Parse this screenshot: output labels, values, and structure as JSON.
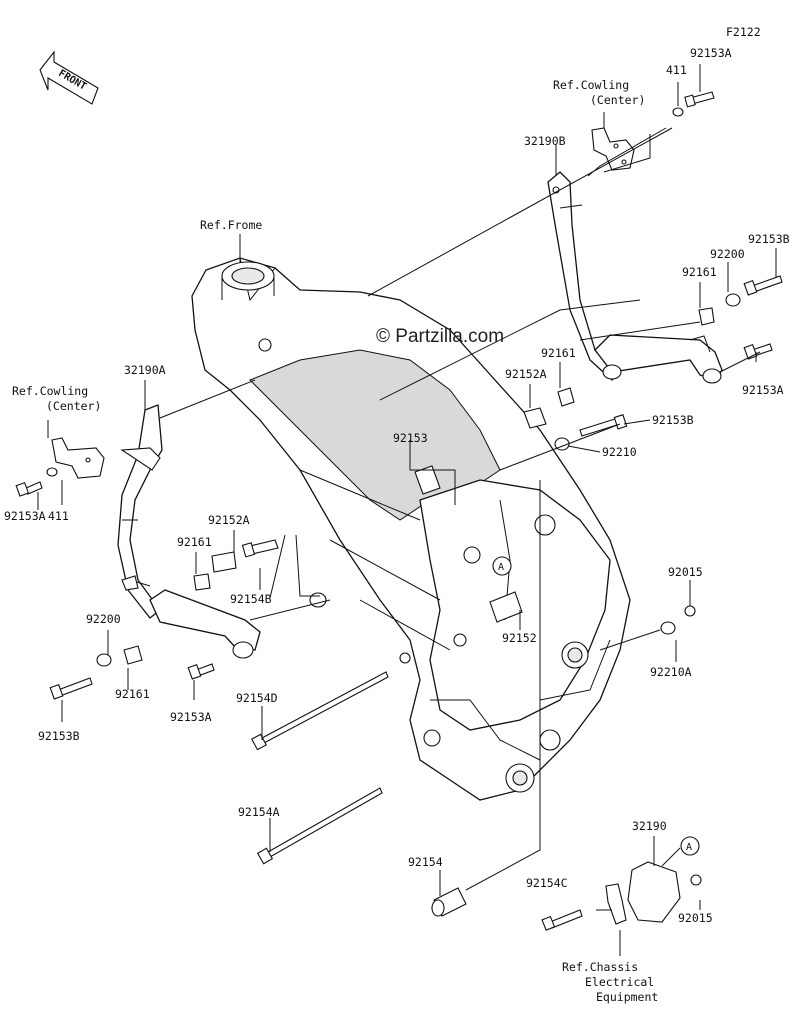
{
  "figure_code": "F2122",
  "front_label": "FRONT",
  "watermark": "© Partzilla.com",
  "callout_letter": "A",
  "labels": {
    "ref_frome": "Ref.Frome",
    "ref_cowling_right_1": "Ref.Cowling",
    "ref_cowling_right_2": "(Center)",
    "ref_cowling_left_1": "Ref.Cowling",
    "ref_cowling_left_2": "(Center)",
    "ref_chassis_1": "Ref.Chassis",
    "ref_chassis_2": "Electrical",
    "ref_chassis_3": "Equipment"
  },
  "part_numbers": {
    "p411_top": "411",
    "p92153A_top": "92153A",
    "p32190B": "32190B",
    "p92153B_right_top": "92153B",
    "p92200_right": "92200",
    "p92161_right_a": "92161",
    "p92161_right_b": "92161",
    "p92152A_right": "92152A",
    "p92153B_right_mid": "92153B",
    "p92153A_right": "92153A",
    "p92210": "92210",
    "p92153": "92153",
    "p32190A": "32190A",
    "p411_left": "411",
    "p92153A_left": "92153A",
    "p92152A_left": "92152A",
    "p92161_left_a": "92161",
    "p92154B": "92154B",
    "p92200_left": "92200",
    "p92161_left_b": "92161",
    "p92153A_left_low": "92153A",
    "p92153B_left": "92153B",
    "p92152": "92152",
    "p92015_right": "92015",
    "p92210A": "92210A",
    "p92154D": "92154D",
    "p92154A": "92154A",
    "p92154": "92154",
    "p32190": "32190",
    "p92154C": "92154C",
    "p92015_bottom": "92015"
  }
}
